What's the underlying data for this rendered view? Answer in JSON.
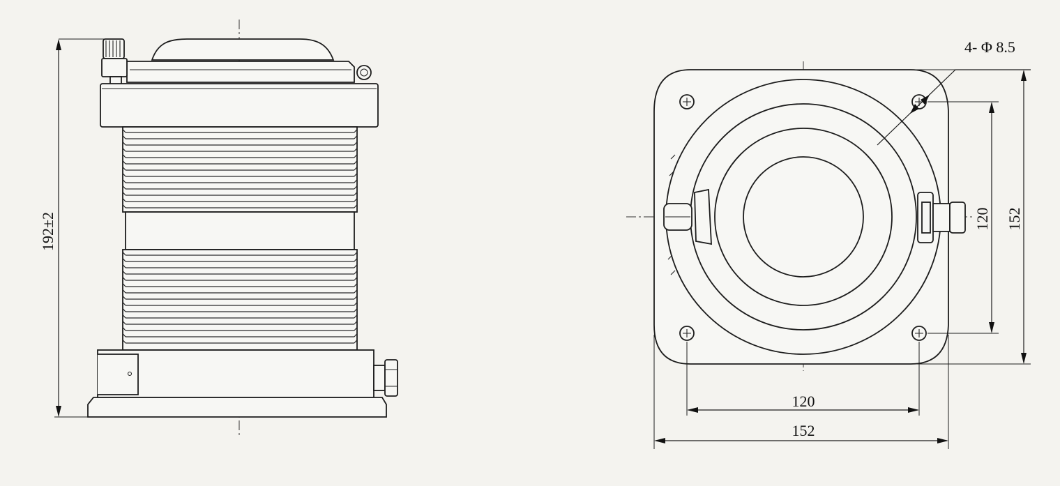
{
  "side_view": {
    "height_dim": "192±2"
  },
  "plan_view": {
    "hole_note": "4- Φ 8.5",
    "hole_spacing_horizontal": "120",
    "overall_width": "152",
    "hole_spacing_vertical": "120",
    "overall_height": "152"
  }
}
